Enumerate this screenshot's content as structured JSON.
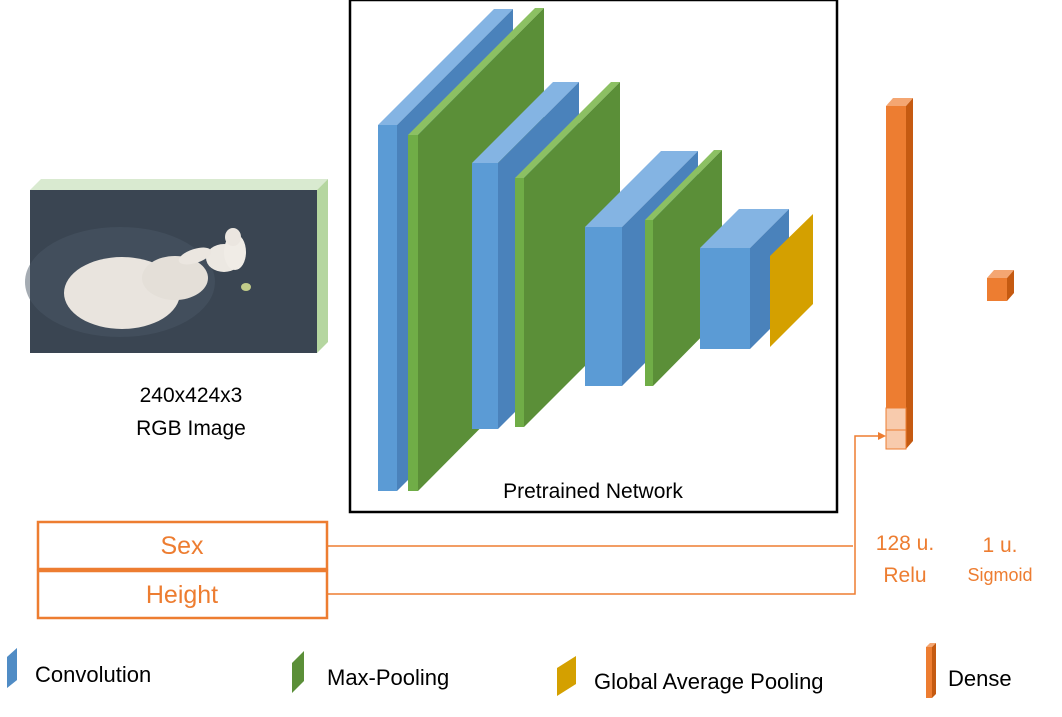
{
  "image_block": {
    "dims": "240x424x3",
    "caption": "RGB Image"
  },
  "network": {
    "label": "Pretrained Network"
  },
  "inputs": {
    "sex": "Sex",
    "height": "Height"
  },
  "dense_layers": [
    {
      "units": "128 u.",
      "activation": "Relu"
    },
    {
      "units": "1 u.",
      "activation": "Sigmoid"
    }
  ],
  "legend": [
    {
      "label": "Convolution",
      "icon": "blue-slab-icon"
    },
    {
      "label": "Max-Pooling",
      "icon": "green-slab-icon"
    },
    {
      "label": "Global Average Pooling",
      "icon": "gold-slab-icon"
    },
    {
      "label": "Dense",
      "icon": "orange-bar-icon"
    }
  ],
  "colors": {
    "convolution": "#5b9bd5",
    "max_pooling": "#5b8f38",
    "global_average_pooling": "#d4a000",
    "dense": "#ed7d31",
    "image_frame": "#c5dfb6"
  }
}
